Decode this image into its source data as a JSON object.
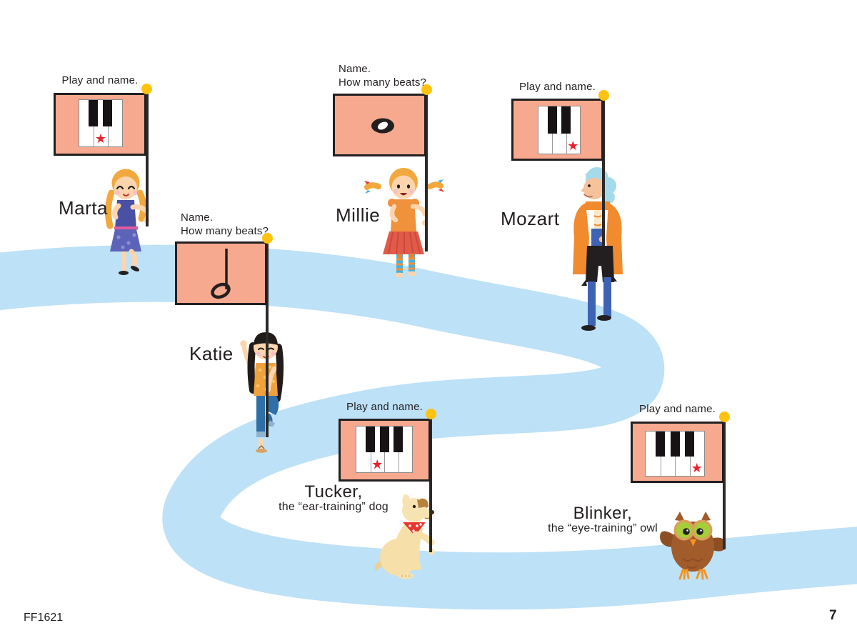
{
  "page": {
    "footer_code": "FF1621",
    "page_number": "7"
  },
  "colors": {
    "flag": "#F6A98E",
    "path_blue": "#BDE1F6",
    "ball": "#FFC20E",
    "star": "#E8212E",
    "ink": "#231F20",
    "pole": "#2B2A29"
  },
  "stations": {
    "marta": {
      "prompt": "Play and name.",
      "name": "Marta",
      "flag_symbol": "keyboard-with-star",
      "keyboard": {
        "white_keys": 3,
        "black_keys": 2,
        "star_white_key": 2
      }
    },
    "millie": {
      "prompt_line1": "Name.",
      "prompt_line2": "How many beats?",
      "name": "Millie",
      "flag_symbol": "whole-note"
    },
    "mozart": {
      "prompt": "Play and name.",
      "name": "Mozart",
      "flag_symbol": "keyboard-with-star",
      "keyboard": {
        "white_keys": 3,
        "black_keys": 2,
        "star_white_key": 3
      }
    },
    "katie": {
      "prompt_line1": "Name.",
      "prompt_line2": "How many beats?",
      "name": "Katie",
      "flag_symbol": "half-note"
    },
    "tucker": {
      "prompt": "Play and name.",
      "name": "Tucker,",
      "subtitle": "the “ear-training” dog",
      "flag_symbol": "keyboard-with-star",
      "keyboard": {
        "white_keys": 4,
        "black_keys": 3,
        "star_white_key": 2
      }
    },
    "blinker": {
      "prompt": "Play and name.",
      "name": "Blinker,",
      "subtitle": "the “eye-training” owl",
      "flag_symbol": "keyboard-with-star",
      "keyboard": {
        "white_keys": 4,
        "black_keys": 3,
        "star_white_key": 4
      }
    }
  }
}
